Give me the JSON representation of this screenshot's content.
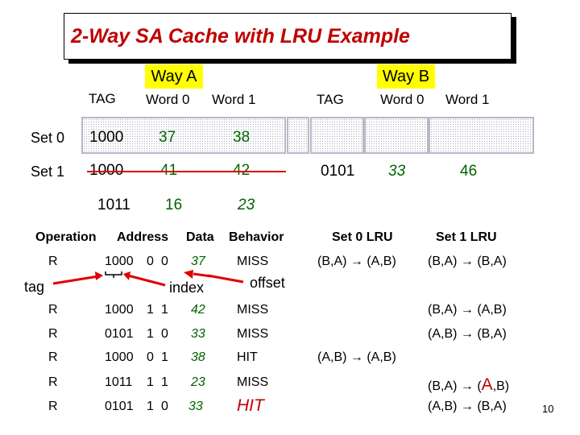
{
  "title": "2-Way SA Cache with LRU Example",
  "way_a_label": "Way A",
  "way_b_label": "Way B",
  "headers": {
    "tag_a": "TAG",
    "w0_a": "Word 0",
    "w1_a": "Word 1",
    "tag_b": "TAG",
    "w0_b": "Word 0",
    "w1_b": "Word 1"
  },
  "sets": {
    "set0": "Set 0",
    "set1": "Set 1"
  },
  "way_a": {
    "set0": {
      "tag": "1000",
      "w0": "37",
      "w1": "38"
    },
    "set1_old": {
      "tag": "1000",
      "w0": "41",
      "w1": "42"
    },
    "set1_new": {
      "tag": "1011",
      "w0": "16",
      "w1": "23"
    }
  },
  "way_b": {
    "set1": {
      "tag": "0101",
      "w0": "33",
      "w1": "46"
    }
  },
  "op_headers": {
    "operation": "Operation",
    "address": "Address",
    "data": "Data",
    "behavior": "Behavior",
    "set0_lru": "Set 0 LRU",
    "set1_lru": "Set 1 LRU"
  },
  "ops": [
    {
      "op": "R",
      "tag": "1000",
      "index": "0",
      "offset": "0",
      "data": "37",
      "behavior": "MISS",
      "set0": "(B,A) → (A,B)",
      "set1": "(B,A) → (B,A)"
    },
    {
      "op": "R",
      "tag": "1000",
      "index": "1",
      "offset": "1",
      "data": "42",
      "behavior": "MISS",
      "set0": "",
      "set1": "(B,A) → (A,B)"
    },
    {
      "op": "R",
      "tag": "0101",
      "index": "1",
      "offset": "0",
      "data": "33",
      "behavior": "MISS",
      "set0": "",
      "set1": "(A,B) → (B,A)"
    },
    {
      "op": "R",
      "tag": "1000",
      "index": "0",
      "offset": "1",
      "data": "38",
      "behavior": "HIT",
      "set0": "(A,B) → (A,B)",
      "set1": ""
    },
    {
      "op": "R",
      "tag": "1011",
      "index": "1",
      "offset": "1",
      "data": "23",
      "behavior": "MISS",
      "set0": "",
      "set1_pre": "(B,A) → (",
      "set1_big": "A",
      "set1_post": ",B)"
    },
    {
      "op": "R",
      "tag": "0101",
      "index": "1",
      "offset": "0",
      "data": "33",
      "behavior": "HIT",
      "set0": "",
      "set1": "(A,B) → (B,A)"
    }
  ],
  "annotations": {
    "tag": "tag",
    "index": "index",
    "offset": "offset"
  },
  "page_number": "10"
}
